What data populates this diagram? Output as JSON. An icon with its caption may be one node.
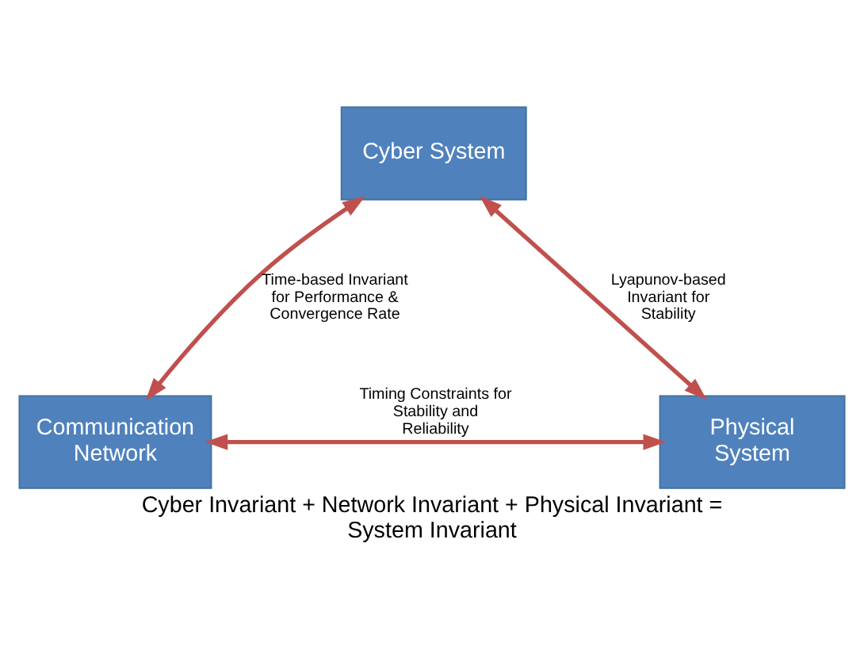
{
  "diagram": {
    "caption": "Cyber Invariant + Network Invariant + Physical Invariant = System Invariant",
    "nodes": [
      {
        "text": [
          "Cyber System"
        ]
      },
      {
        "text": [
          "Communication Network"
        ]
      },
      {
        "text": [
          "Physical System"
        ]
      }
    ],
    "edges": [
      {
        "from": 0,
        "to": 1,
        "arrow": "both",
        "label": "Time-based Invariant for Performance & Convergence Rate"
      },
      {
        "from": 0,
        "to": 2,
        "arrow": "both",
        "label": "Lyapunov-based Invariant for Stability"
      },
      {
        "from": 1,
        "to": 2,
        "arrow": "both",
        "label": "Timing Constraints for Stability and Reliability"
      }
    ]
  }
}
